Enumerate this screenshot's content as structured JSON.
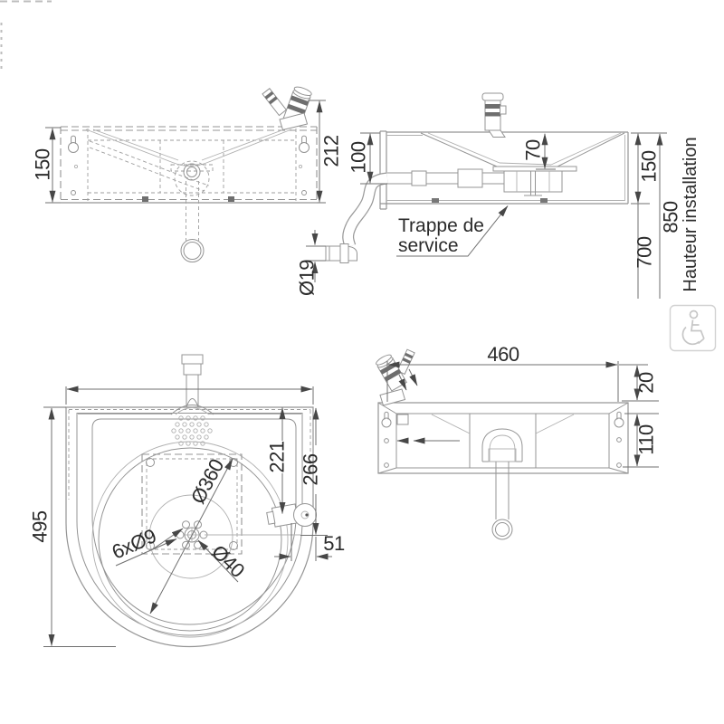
{
  "drawing": {
    "kind": "washbasin installation drawing",
    "colors": {
      "line": "#949494",
      "dimension": "#6f6f6f",
      "text": "#2b2b2b",
      "accessibility_icon": "#c6c6c6"
    }
  },
  "labels": {
    "front_height": "150",
    "front_total_height": "212",
    "side_pipe_height": "100",
    "side_bowl_depth": "70",
    "side_body_height": "150",
    "side_clearance": "700",
    "side_install_height": "850",
    "side_install_caption": "Hauteur installation",
    "side_hatch_line1": "Trappe de",
    "side_hatch_line2": "service",
    "side_hose_diameter": "Ø19",
    "plan_depth": "495",
    "plan_valve_offset": "221",
    "plan_edge_offset": "266",
    "plan_valve_inset": "51",
    "plan_bowl_diameter": "Ø360",
    "plan_drain_diameter": "Ø40",
    "plan_fixing_holes": "6xØ9",
    "rear_width": "460",
    "rear_top_offset": "20",
    "rear_bracket_height": "110"
  },
  "icons": {
    "accessibility": "wheelchair"
  }
}
